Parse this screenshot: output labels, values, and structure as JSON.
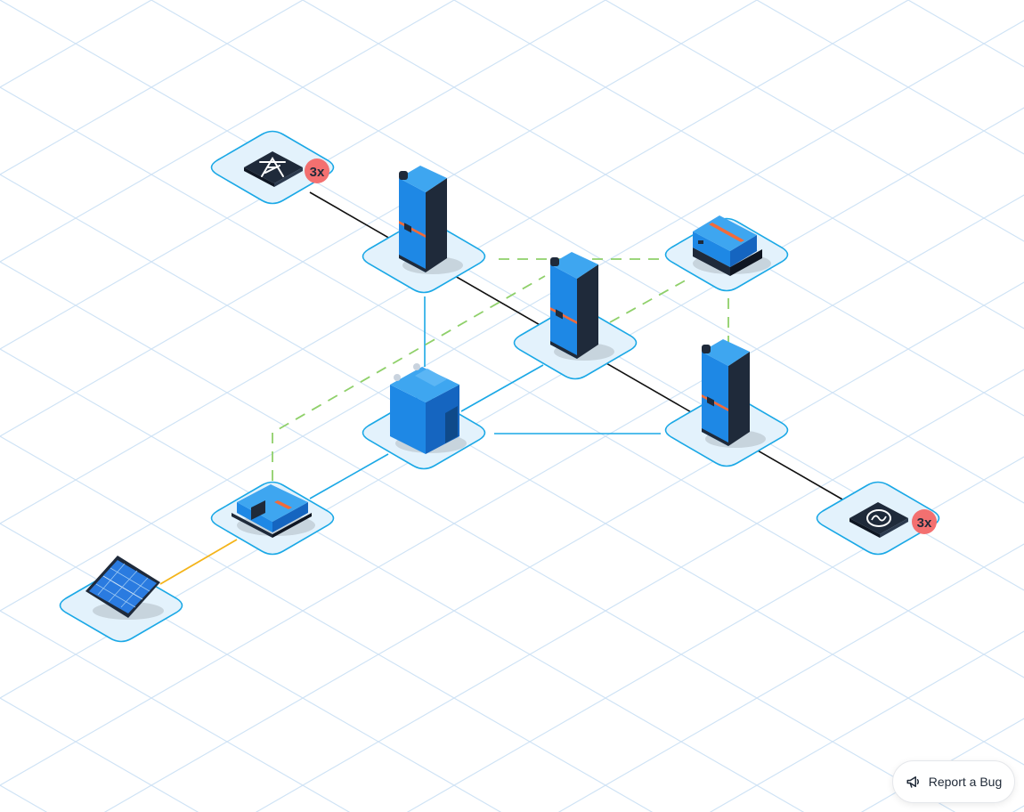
{
  "diagram": {
    "nodes": [
      {
        "name": "grid-node",
        "device": "grid",
        "icon": "utility-pylon-icon",
        "multiplier": "3x"
      },
      {
        "name": "inverter-left-node",
        "device": "inverter-charger",
        "icon": "inverter-icon"
      },
      {
        "name": "inverter-center-node",
        "device": "inverter-charger",
        "icon": "inverter-icon"
      },
      {
        "name": "inverter-right-node",
        "device": "inverter-charger",
        "icon": "inverter-icon"
      },
      {
        "name": "gx-device-node",
        "device": "monitoring-controller",
        "icon": "controller-box-icon"
      },
      {
        "name": "battery-node",
        "device": "battery",
        "icon": "battery-icon"
      },
      {
        "name": "mppt-node",
        "device": "solar-charge-controller",
        "icon": "charge-controller-icon"
      },
      {
        "name": "solar-panel-node",
        "device": "solar-panel",
        "icon": "solar-panel-icon"
      },
      {
        "name": "ac-load-node",
        "device": "ac-loads",
        "icon": "ac-sine-icon",
        "multiplier": "3x"
      }
    ],
    "colors": {
      "grid_lines": "#cfe3f5",
      "tile_fill": "#e3f2fc",
      "tile_stroke": "#1aa8e6",
      "ac_wire": "#111111",
      "dc_wire": "#1aa8e6",
      "data_wire": "#8fd06a",
      "pv_wire": "#f4b41a",
      "device_blue": "#1e88e5",
      "device_dark": "#1f2a3a",
      "badge": "#f37070"
    }
  },
  "report_bug": {
    "label": "Report a Bug",
    "icon": "megaphone-icon"
  }
}
